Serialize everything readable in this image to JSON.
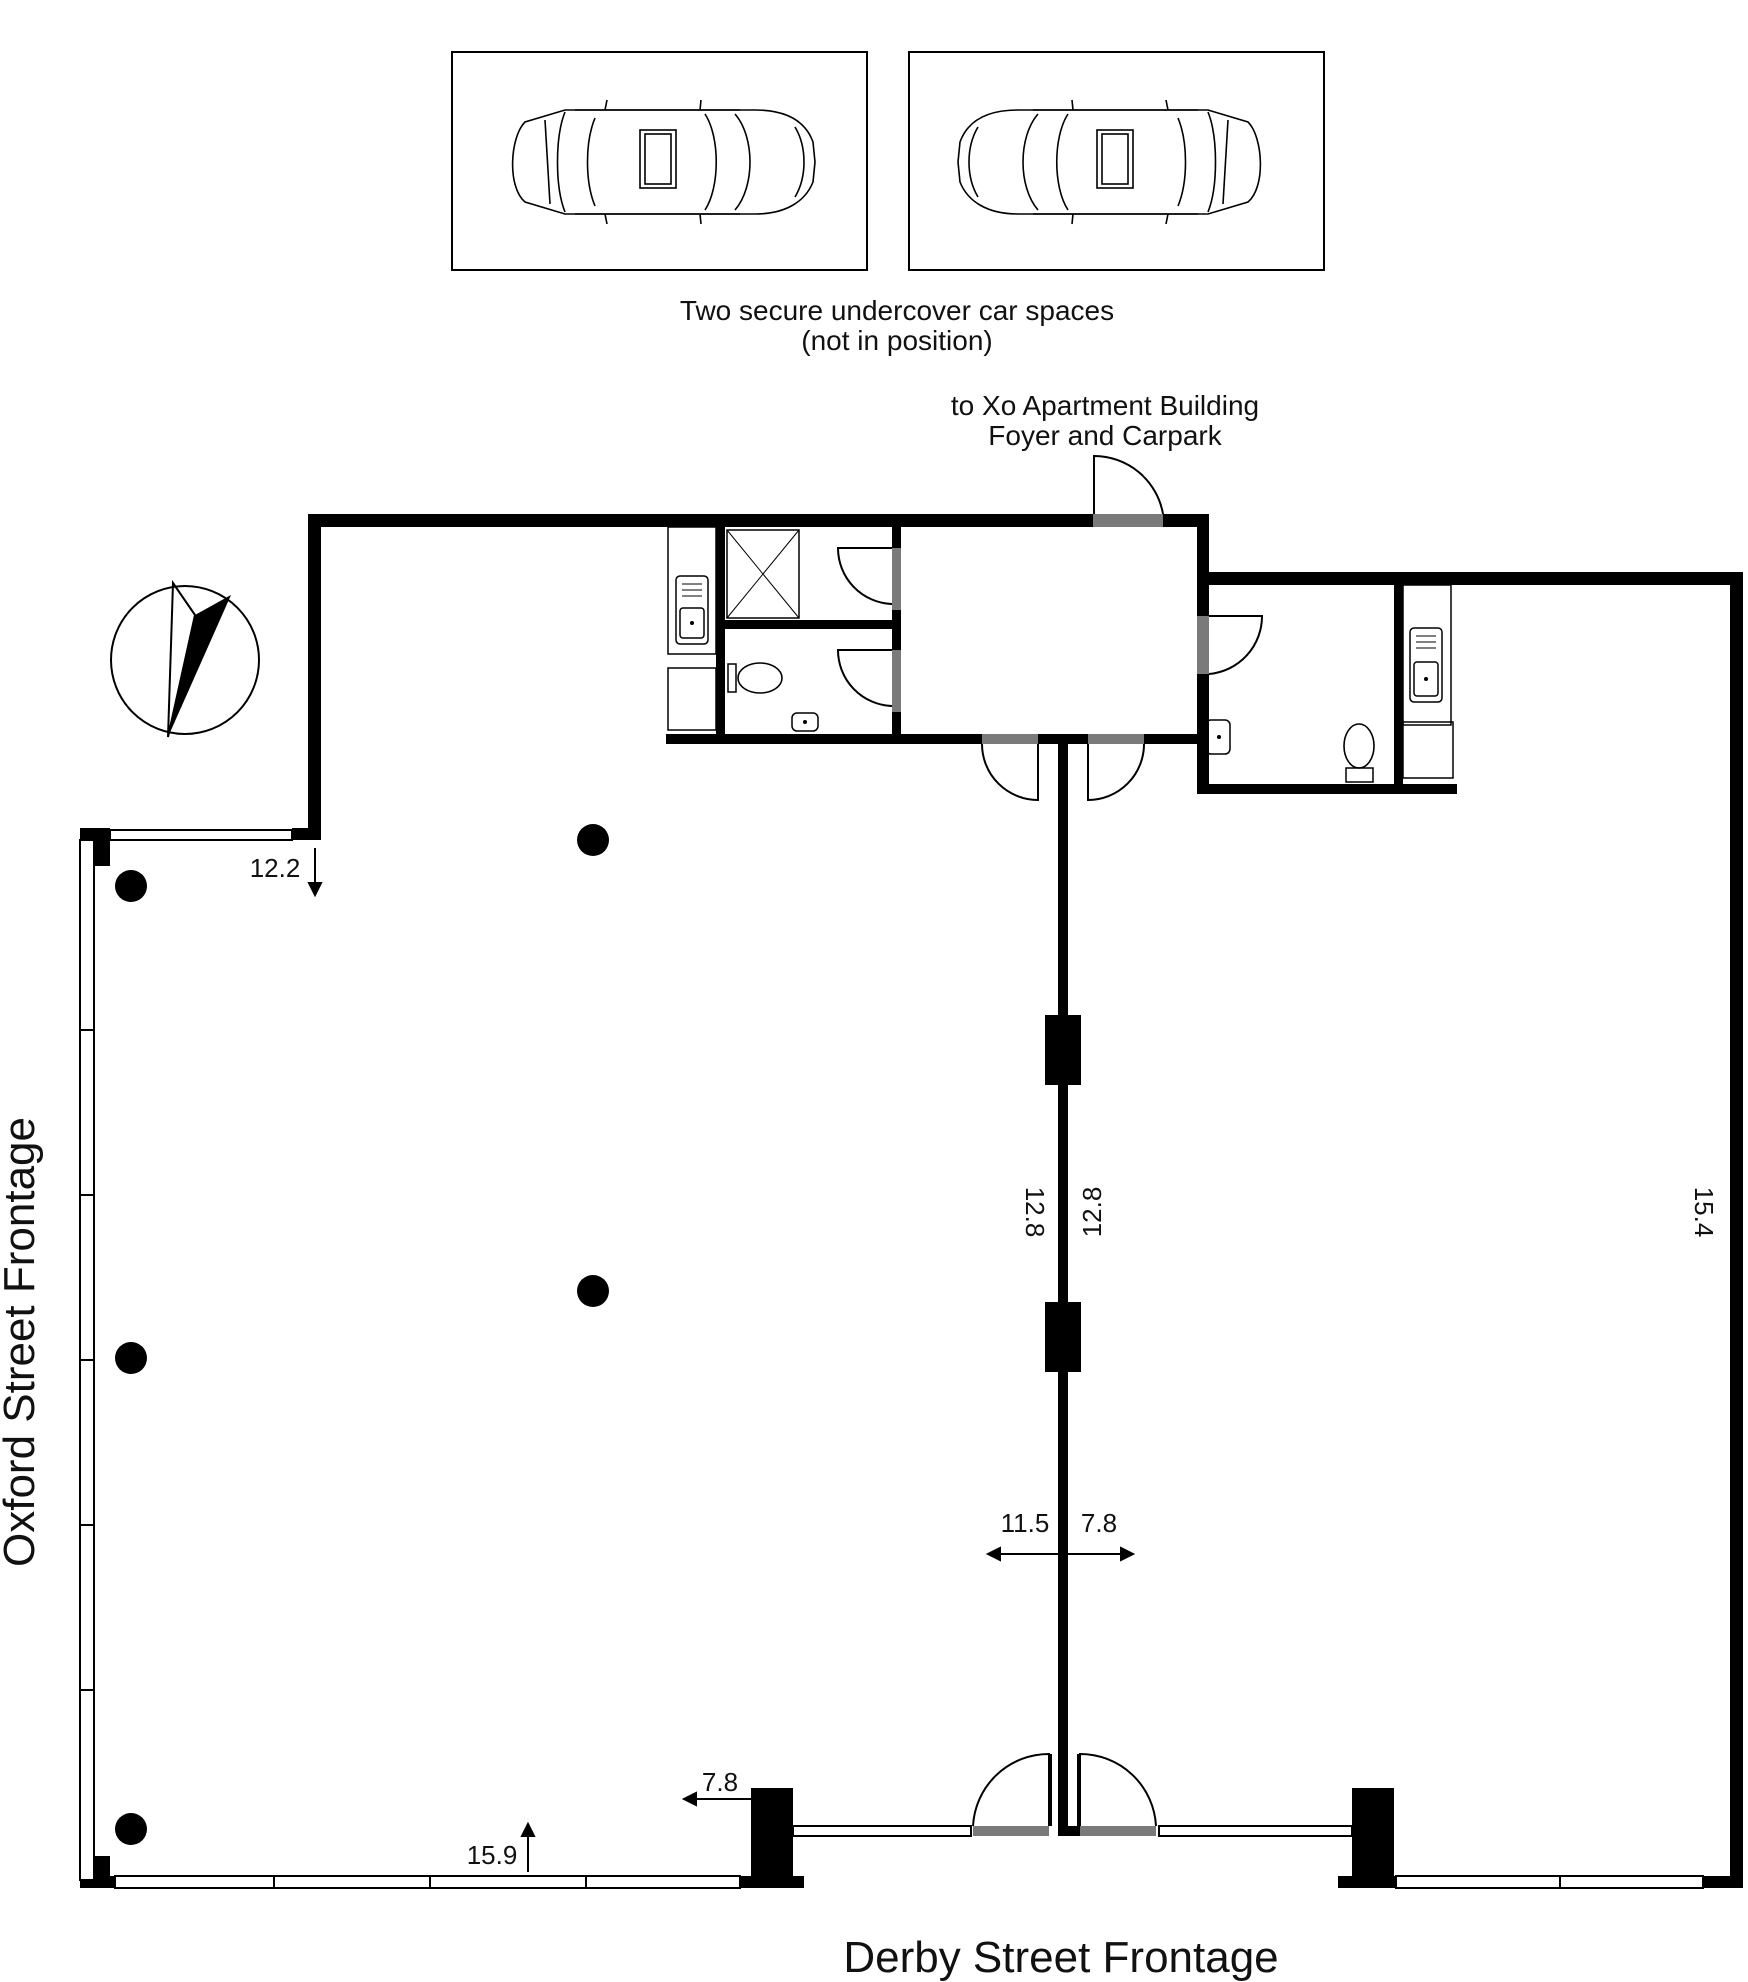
{
  "captions": {
    "car_spaces_line1": "Two secure undercover car spaces",
    "car_spaces_line2": "(not in position)",
    "access_line1": "to Xo Apartment Building",
    "access_line2": "Foyer and Carpark"
  },
  "streets": {
    "left": "Oxford Street Frontage",
    "bottom": "Derby Street Frontage"
  },
  "dimensions": {
    "top_left_notch": "12.2",
    "left_bottom": "15.9",
    "left_lower_right": "7.8",
    "center_left_depth": "12.8",
    "center_right_depth": "12.8",
    "right_depth": "15.4",
    "center_left_width": "11.5",
    "center_right_width": "7.8"
  }
}
